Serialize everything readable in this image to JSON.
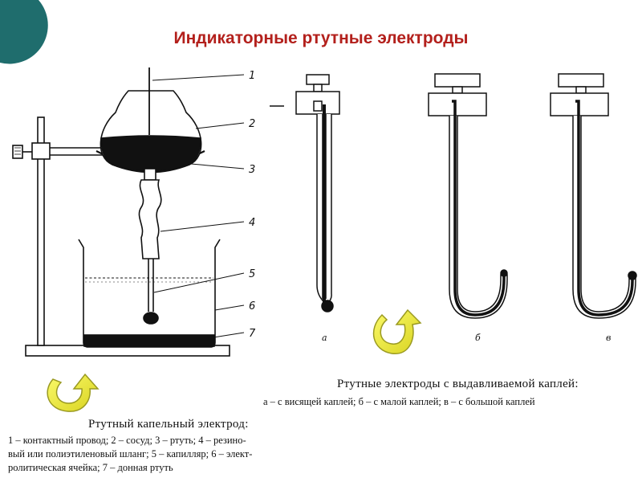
{
  "title": "Индикаторные ртутные электроды",
  "left_figure": {
    "callouts": [
      "1",
      "2",
      "3",
      "4",
      "5",
      "6",
      "7"
    ],
    "caption_title": "Ртутный капельный электрод:",
    "caption_lines": [
      "1 – контактный провод; 2 – сосуд; 3 – ртуть; 4 – резино-",
      "вый или полиэтиленовый шланг; 5 – капилляр; 6 – элект-",
      "ролитическая ячейка; 7 – донная ртуть"
    ]
  },
  "right_figure": {
    "sublabels": [
      "а",
      "б",
      "в"
    ],
    "caption_title": "Ртутные электроды с выдавливаемой каплей:",
    "caption_line": "а – с висящей каплей; б – с малой каплей; в – с большой каплей"
  },
  "colors": {
    "title": "#b3201c",
    "corner": "#1f6d6d",
    "arrow_fill": "#f2ef2e",
    "arrow_stroke": "#9a9a22",
    "mercury": "#111111"
  },
  "icons": [
    "return-arrow-icon",
    "return-arrow-icon"
  ]
}
